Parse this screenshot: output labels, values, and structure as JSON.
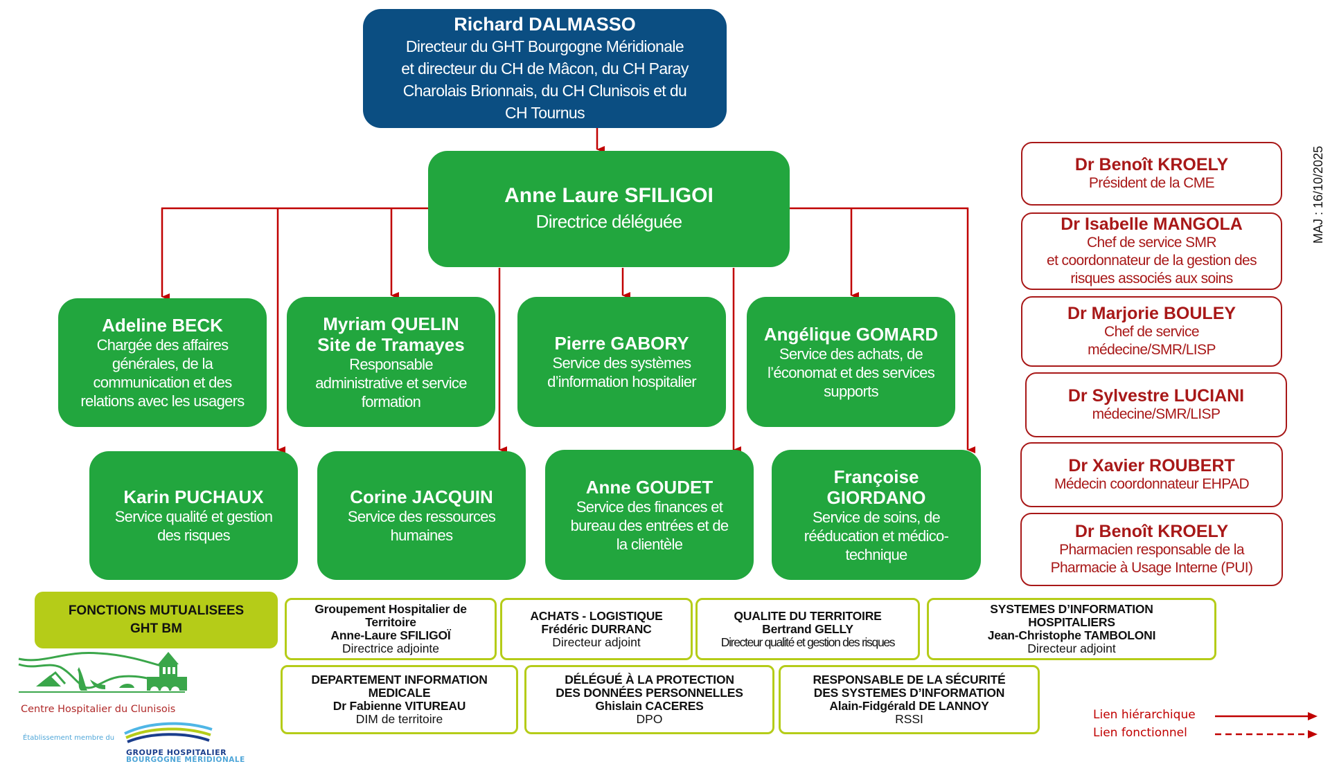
{
  "top_director": {
    "name": "Richard DALMASSO",
    "title_lines": [
      "Directeur du GHT Bourgogne Méridionale",
      "et directeur du CH de Mâcon, du CH Paray",
      "Charolais Brionnais, du CH Clunisois et du",
      "CH Tournus"
    ]
  },
  "delegate_director": {
    "name": "Anne Laure SFILIGOI",
    "title": "Directrice déléguée"
  },
  "services_row1": [
    {
      "name": "Adeline BECK",
      "subname": "",
      "desc": [
        "Chargée des affaires",
        "générales, de la",
        "communication et des",
        "relations avec les usagers"
      ]
    },
    {
      "name": "Myriam QUELIN",
      "subname": "Site de Tramayes",
      "desc": [
        "Responsable",
        "administrative et service",
        "formation"
      ]
    },
    {
      "name": "Pierre GABORY",
      "subname": "",
      "desc": [
        "Service des systèmes",
        "d’information hospitalier"
      ]
    },
    {
      "name": "Angélique GOMARD",
      "subname": "",
      "desc": [
        "Service des achats, de",
        "l’économat et des services",
        "supports"
      ]
    }
  ],
  "services_row2": [
    {
      "name": "Karin PUCHAUX",
      "desc": [
        "Service qualité et gestion",
        "des risques"
      ]
    },
    {
      "name": "Corine JACQUIN",
      "desc": [
        "Service des ressources",
        "humaines"
      ]
    },
    {
      "name": "Anne GOUDET",
      "desc": [
        "Service des finances et",
        "bureau des entrées et de",
        "la clientèle"
      ]
    },
    {
      "name": "Françoise GIORDANO",
      "name_lines": [
        "Françoise",
        "GIORDANO"
      ],
      "desc": [
        "Service de soins, de",
        "rééducation et médico-",
        "technique"
      ]
    }
  ],
  "medical": [
    {
      "name": "Dr Benoît KROELY",
      "desc": [
        "Président de la CME"
      ]
    },
    {
      "name": "Dr Isabelle MANGOLA",
      "desc": [
        "Chef de service SMR",
        "et coordonnateur de la gestion des",
        "risques associés aux soins"
      ]
    },
    {
      "name": "Dr Marjorie BOULEY",
      "desc": [
        "Chef de service",
        "médecine/SMR/LISP"
      ]
    },
    {
      "name": "Dr Sylvestre LUCIANI",
      "desc": [
        "médecine/SMR/LISP"
      ]
    },
    {
      "name": "Dr Xavier ROUBERT",
      "desc": [
        "Médecin coordonnateur EHPAD"
      ]
    },
    {
      "name": "Dr Benoît KROELY",
      "desc": [
        "Pharmacien responsable de la",
        "Pharmacie à Usage Interne (PUI)"
      ]
    }
  ],
  "update_label": "MAJ : 16/10/2025",
  "mutualised": {
    "header_lines": [
      "FONCTIONS MUTUALISEES",
      "GHT BM"
    ],
    "row1": [
      {
        "title_lines": [
          "Groupement Hospitalier de",
          "Territoire",
          "Anne-Laure SFILIGOÏ"
        ],
        "role": "Directrice adjointe"
      },
      {
        "title_lines": [
          "ACHATS  - LOGISTIQUE",
          "Frédéric DURRANC"
        ],
        "role": "Directeur adjoint"
      },
      {
        "title_lines": [
          "QUALITE DU TERRITOIRE",
          "Bertrand GELLY"
        ],
        "role": "Directeur qualité et gestion des risques"
      },
      {
        "title_lines": [
          "SYSTEMES D’INFORMATION",
          "HOSPITALIERS",
          "Jean-Christophe TAMBOLONI"
        ],
        "role": "Directeur adjoint"
      }
    ],
    "row2": [
      {
        "title_lines": [
          "DEPARTEMENT INFORMATION",
          "MEDICALE",
          "Dr Fabienne VITUREAU"
        ],
        "role": "DIM de territoire"
      },
      {
        "title_lines": [
          "DÉLÉGUÉ À LA PROTECTION",
          "DES DONNÉES PERSONNELLES",
          "Ghislain CACERES"
        ],
        "role": "DPO"
      },
      {
        "title_lines": [
          "RESPONSABLE DE LA SÉCURITÉ",
          "DES SYSTEMES D’INFORMATION",
          "Alain-Fidgérald DE LANNOY"
        ],
        "role": "RSSI"
      }
    ]
  },
  "legend": {
    "hierarchical": "Lien hiérarchique",
    "functional": "Lien fonctionnel"
  },
  "logo": {
    "org_name": "Centre Hospitalier du Clunisois",
    "member_text": "Établissement membre du",
    "group_line1": "GROUPE HOSPITALIER",
    "group_line2": "BOURGOGNE MÉRIDIONALE"
  },
  "colors": {
    "navy": "#0B4E82",
    "green": "#22A63E",
    "lime": "#B5CC18",
    "red": "#C00000",
    "dark_red_text": "#A81818"
  }
}
